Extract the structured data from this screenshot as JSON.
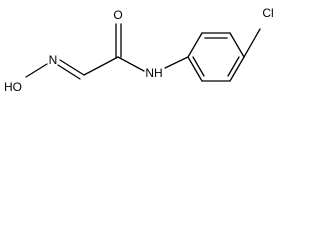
{
  "molecule": {
    "atom_labels": {
      "oxime_oxygen": "HO",
      "oxime_nitrogen": "N",
      "carbonyl_oxygen": "O",
      "amide_nitrogen": "NH",
      "chlorine": "Cl"
    }
  }
}
